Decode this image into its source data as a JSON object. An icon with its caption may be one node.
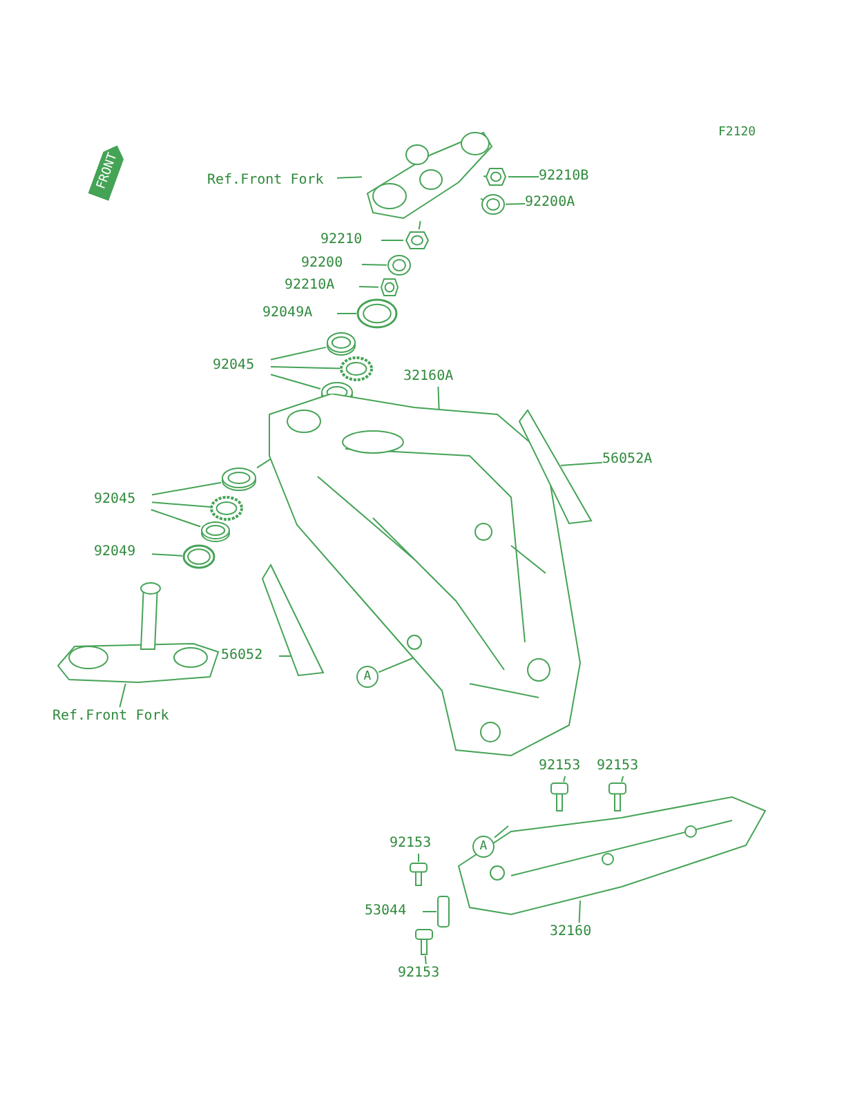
{
  "diagram": {
    "nodes": [
      {
        "text": [
          "Ref.Front Fork"
        ]
      },
      {
        "text": [],
        "shape": "picture"
      },
      {
        "text": [
          "92210B"
        ]
      },
      {
        "text": [],
        "shape": "circle"
      },
      {
        "text": [
          "92200A"
        ]
      },
      {
        "text": [],
        "shape": "circle"
      },
      {
        "text": [
          "92210"
        ]
      },
      {
        "text": [],
        "shape": "circle"
      },
      {
        "text": [
          "92200"
        ]
      },
      {
        "text": [],
        "shape": "circle"
      },
      {
        "text": [
          "92210A"
        ]
      },
      {
        "text": [],
        "shape": "circle"
      },
      {
        "text": [
          "92049A"
        ]
      },
      {
        "text": [],
        "shape": "circle"
      },
      {
        "text": [
          "92045"
        ]
      },
      {
        "text": [],
        "shape": "circle"
      },
      {
        "text": [],
        "shape": "circle"
      },
      {
        "text": [],
        "shape": "circle"
      },
      {
        "text": [
          "32160A"
        ]
      },
      {
        "text": [],
        "shape": "picture"
      },
      {
        "text": [
          "56052A"
        ]
      },
      {
        "text": [],
        "shape": "picture"
      },
      {
        "text": [
          "92045"
        ]
      },
      {
        "text": [],
        "shape": "circle"
      },
      {
        "text": [],
        "shape": "circle"
      },
      {
        "text": [],
        "shape": "circle"
      },
      {
        "text": [
          "92049"
        ]
      },
      {
        "text": [],
        "shape": "circle"
      },
      {
        "text": [],
        "shape": "picture"
      },
      {
        "text": [
          "Ref.Front Fork"
        ]
      },
      {
        "text": [
          "56052"
        ]
      },
      {
        "text": [],
        "shape": "picture"
      },
      {
        "text": [
          "A"
        ],
        "in": 19
      },
      {
        "text": [
          "92153"
        ]
      },
      {
        "text": [],
        "shape": "picture"
      },
      {
        "text": [
          "92153"
        ]
      },
      {
        "text": [],
        "shape": "picture"
      },
      {
        "text": [
          "92153"
        ]
      },
      {
        "text": [],
        "shape": "picture"
      },
      {
        "text": [
          "A"
        ],
        "in": 43
      },
      {
        "text": [
          "53044"
        ]
      },
      {
        "text": [],
        "shape": "bar"
      },
      {
        "text": [
          "32160"
        ]
      },
      {
        "text": [],
        "shape": "picture"
      },
      {
        "text": [],
        "shape": "picture"
      },
      {
        "text": [
          "92153"
        ]
      }
    ],
    "edges": [
      {
        "from": 0,
        "to": 1,
        "arrow": "none"
      },
      {
        "from": 2,
        "to": 3,
        "arrow": "none"
      },
      {
        "from": 4,
        "to": 5,
        "arrow": "none"
      },
      {
        "from": 6,
        "to": 7,
        "arrow": "none"
      },
      {
        "from": 8,
        "to": 9,
        "arrow": "none"
      },
      {
        "from": 10,
        "to": 11,
        "arrow": "none"
      },
      {
        "from": 12,
        "to": 13,
        "arrow": "none"
      },
      {
        "from": 14,
        "to": 15,
        "arrow": "none"
      },
      {
        "from": 14,
        "to": 16,
        "arrow": "none"
      },
      {
        "from": 14,
        "to": 17,
        "arrow": "none"
      },
      {
        "from": 18,
        "to": 19,
        "arrow": "none"
      },
      {
        "from": 20,
        "to": 21,
        "arrow": "none"
      },
      {
        "from": 22,
        "to": 23,
        "arrow": "none"
      },
      {
        "from": 22,
        "to": 24,
        "arrow": "none"
      },
      {
        "from": 22,
        "to": 25,
        "arrow": "none"
      },
      {
        "from": 26,
        "to": 27,
        "arrow": "none"
      },
      {
        "from": 29,
        "to": 28,
        "arrow": "none"
      },
      {
        "from": 30,
        "to": 31,
        "arrow": "none"
      },
      {
        "from": 32,
        "to": null,
        "arrow": "none"
      },
      {
        "from": 33,
        "to": 34,
        "arrow": "none"
      },
      {
        "from": 35,
        "to": 36,
        "arrow": "none"
      },
      {
        "from": 37,
        "to": 38,
        "arrow": "none"
      },
      {
        "from": 39,
        "to": null,
        "arrow": "none"
      },
      {
        "from": 40,
        "to": 41,
        "arrow": "none"
      },
      {
        "from": 42,
        "to": 43,
        "arrow": "none"
      },
      {
        "from": 45,
        "to": 44,
        "arrow": "none"
      },
      {
        "from": 1,
        "to": 3,
        "arrow": "none"
      },
      {
        "from": 1,
        "to": 5,
        "arrow": "none"
      },
      {
        "from": 1,
        "to": 7,
        "arrow": "none"
      },
      {
        "from": 23,
        "to": 19,
        "arrow": "none"
      }
    ],
    "labels": [
      "F2120",
      "FRONT"
    ]
  }
}
